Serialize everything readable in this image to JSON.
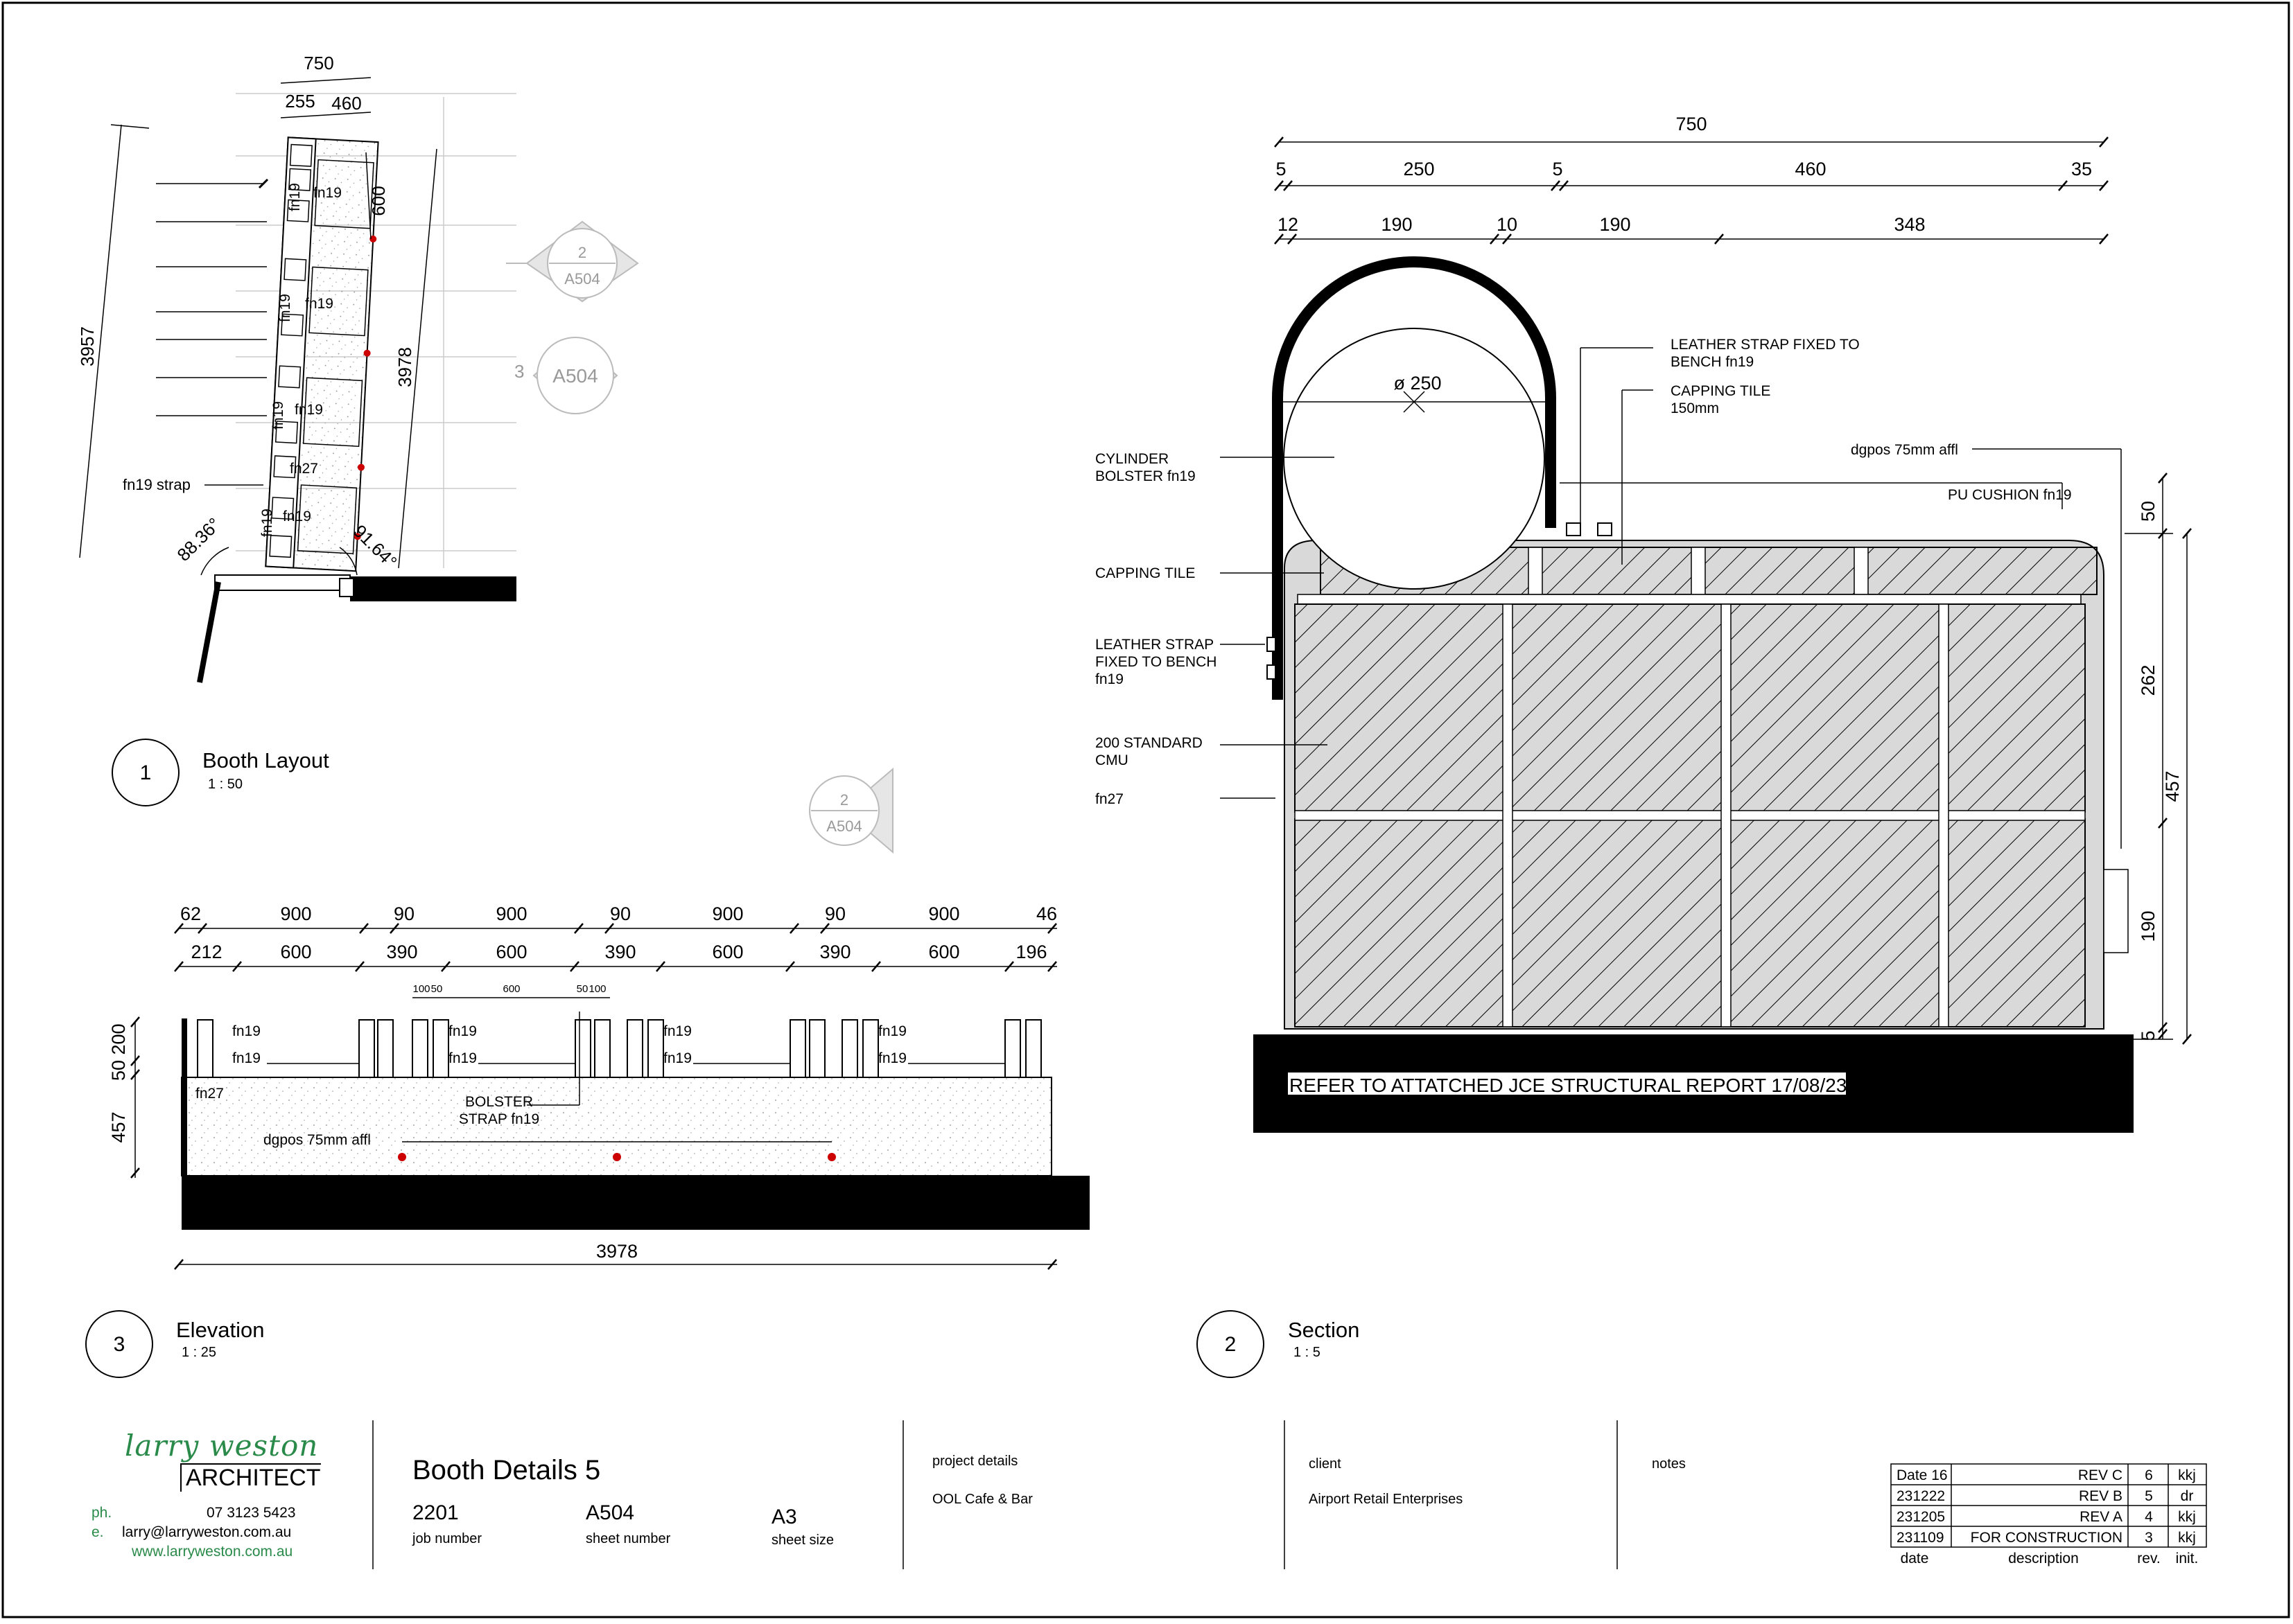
{
  "drawing_title": "Booth Details 5",
  "views": {
    "layout": {
      "number": "1",
      "title": "Booth Layout",
      "scale": "1 : 50"
    },
    "elevation": {
      "number": "3",
      "title": "Elevation",
      "scale": "1 : 25"
    },
    "section": {
      "number": "2",
      "title": "Section",
      "scale": "1 : 5"
    }
  },
  "section_markers": [
    {
      "number": "2",
      "sheet": "A504"
    },
    {
      "number": "3",
      "sheet": "A504"
    },
    {
      "number": "2",
      "sheet": "A504"
    }
  ],
  "layout_plan": {
    "dims": {
      "overall": "750",
      "left": "255",
      "right": "460",
      "length_left": "3957",
      "length_right": "3978",
      "module": "600",
      "angle_left": "88.36°",
      "angle_right": "91.64°"
    },
    "tags": [
      "fn19",
      "fn19",
      "fn19",
      "fn19",
      "fn19",
      "fn19",
      "fn27",
      "fn19",
      "fn19"
    ],
    "strap_note": "fn19 strap"
  },
  "elevation": {
    "top_dims": [
      "62",
      "900",
      "90",
      "900",
      "90",
      "900",
      "90",
      "900",
      "46"
    ],
    "second_dims": [
      "212",
      "600",
      "390",
      "600",
      "390",
      "600",
      "390",
      "600",
      "196"
    ],
    "small_dims": [
      "100",
      "50",
      "600",
      "50",
      "100"
    ],
    "left_dims": [
      "200",
      "50",
      "457"
    ],
    "overall": "3978",
    "tags_top": [
      "fn19",
      "fn19",
      "fn19",
      "fn19"
    ],
    "tags_mid": [
      "fn19",
      "fn19",
      "fn19",
      "fn19"
    ],
    "base_tag": "fn27",
    "bolster_note": "BOLSTER STRAP fn19",
    "light_note": "dgpos 75mm affl"
  },
  "section": {
    "overall": "750",
    "row2": [
      "5",
      "250",
      "5",
      "460",
      "35"
    ],
    "row3": [
      "12",
      "190",
      "10",
      "190",
      "348"
    ],
    "diameter": "ø 250",
    "right_dims": [
      "50",
      "262",
      "457",
      "190",
      "5"
    ],
    "notes": {
      "cylinder": "CYLINDER BOLSTER fn19",
      "capping_left": "CAPPING TILE",
      "leather_left": "LEATHER STRAP FIXED TO BENCH fn19",
      "cmu": "200 STANDARD CMU",
      "fn27": "fn27",
      "leather_top": "LEATHER STRAP FIXED TO BENCH fn19",
      "capping_top": "CAPPING TILE 150mm",
      "dgpos": "dgpos 75mm affl",
      "cushion": "PU CUSHION fn19",
      "structural": "REFER TO ATTATCHED JCE STRUCTURAL REPORT 17/08/23"
    }
  },
  "title_block": {
    "logo_script": "larry weston",
    "logo_word": "ARCHITECT",
    "phone_label": "ph.",
    "phone": "07 3123 5423",
    "email_label": "e.",
    "email": "larry@larryweston.com.au",
    "website": "www.larryweston.com.au",
    "job_number": "2201",
    "job_number_label": "job number",
    "sheet_number": "A504",
    "sheet_number_label": "sheet number",
    "sheet_size": "A3",
    "sheet_size_label": "sheet size",
    "project_label": "project details",
    "project": "OOL Cafe & Bar",
    "client_label": "client",
    "client": "Airport Retail Enterprises",
    "notes_label": "notes"
  },
  "revisions": {
    "rows": [
      {
        "date": "Date 16",
        "description": "REV C",
        "rev": "6",
        "init": "kkj"
      },
      {
        "date": "231222",
        "description": "REV B",
        "rev": "5",
        "init": "dr"
      },
      {
        "date": "231205",
        "description": "REV A",
        "rev": "4",
        "init": "kkj"
      },
      {
        "date": "231109",
        "description": "FOR CONSTRUCTION",
        "rev": "3",
        "init": "kkj"
      }
    ],
    "headers": [
      "date",
      "description",
      "rev.",
      "init."
    ]
  },
  "colors": {
    "ink": "#000000",
    "grey_fill": "#d9d9d9",
    "light_grey": "#bbbbbb",
    "brand_green": "#2a8a4a"
  }
}
